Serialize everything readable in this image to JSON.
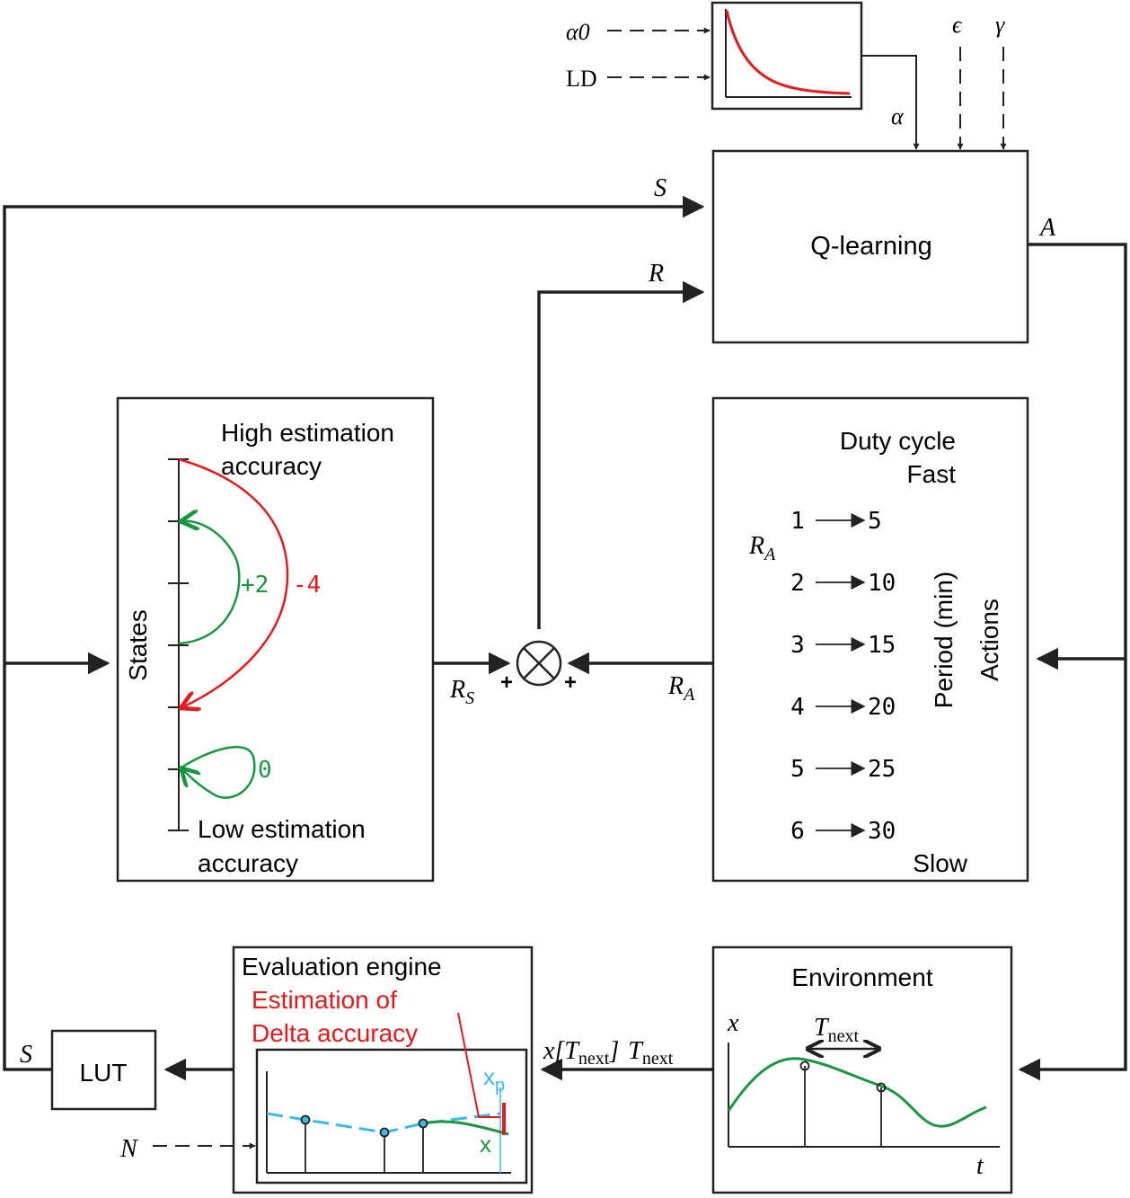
{
  "params": {
    "alpha0": "α0",
    "ld": "LD",
    "alpha": "α",
    "epsilon": "ϵ",
    "gamma": "γ"
  },
  "qlearning": {
    "label": "Q-learning",
    "s_in": "S",
    "r_in": "R",
    "a_out": "A"
  },
  "states": {
    "title": "States",
    "high": [
      "High estimation",
      "accuracy"
    ],
    "low": [
      "Low estimation",
      "accuracy"
    ],
    "reward_plus2": "+2",
    "reward_minus4": "-4",
    "reward_zero": "0",
    "colors": {
      "green": "#1a9641",
      "red": "#e41a1c"
    }
  },
  "sum": {
    "rs": "R",
    "rs_sub": "S",
    "ra": "R",
    "ra_sub": "A",
    "plus_left": "+",
    "plus_right": "+"
  },
  "actions": {
    "duty_cycle": "Duty cycle",
    "fast": "Fast",
    "slow": "Slow",
    "period_label": "Period (min)",
    "actions_label": "Actions",
    "ra": "R",
    "ra_sub": "A",
    "rows": [
      {
        "index": "1",
        "period": "5"
      },
      {
        "index": "2",
        "period": "10"
      },
      {
        "index": "3",
        "period": "15"
      },
      {
        "index": "4",
        "period": "20"
      },
      {
        "index": "5",
        "period": "25"
      },
      {
        "index": "6",
        "period": "30"
      }
    ]
  },
  "evaluation": {
    "title": "Evaluation engine",
    "estimation": [
      "Estimation of",
      "Delta accuracy"
    ],
    "xp": "x",
    "xp_sub": "p",
    "x": "x",
    "n_in": "N",
    "colors": {
      "blue": "#3fb8e8",
      "green": "#1a9641",
      "red": "#e41a1c"
    }
  },
  "environment": {
    "title": "Environment",
    "x_axis": "t",
    "y_axis": "x",
    "tnext": "T",
    "tnext_sub": "next"
  },
  "signals": {
    "x_tnext": "x[T",
    "x_tnext_sub": "next",
    "x_tnext_close": "]",
    "tnext": "T",
    "tnext_sub": "next",
    "s_lut": "S"
  },
  "lut": {
    "label": "LUT"
  }
}
